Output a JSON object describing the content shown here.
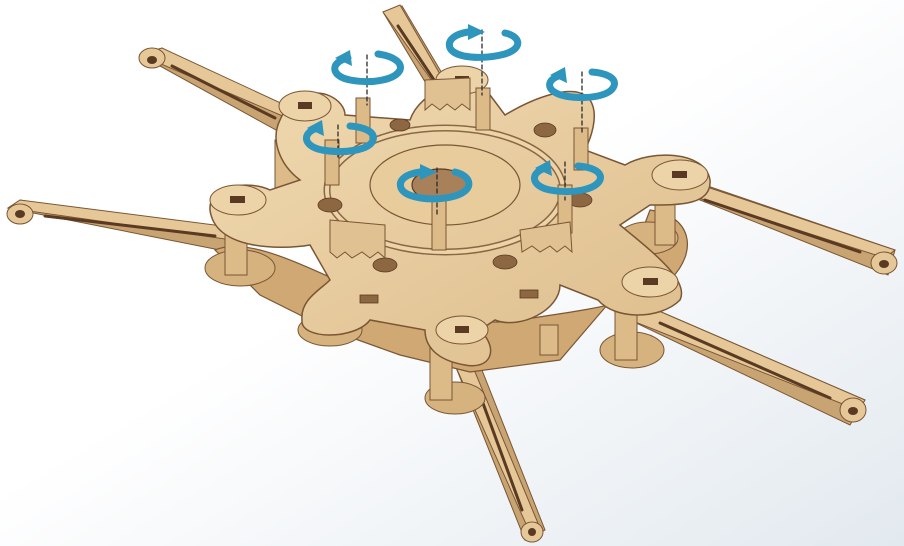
{
  "colors": {
    "background_start": "#ffffff",
    "background_end": "#e2e9ef",
    "wood_light": "#ecd3a8",
    "wood_mid": "#dcbb88",
    "wood_dark": "#a8815a",
    "wood_edge": "#7a5634",
    "burn_slot": "#5a3a22",
    "rotation_arrow": "#2e95bd",
    "axis_line": "#2b2b2b"
  },
  "figure": {
    "subject": "wooden-hexacopter-frame-assembly",
    "arm_count": 6,
    "rotation_markers": [
      {
        "name": "rotation-marker-top-left",
        "direction": "counter-clockwise"
      },
      {
        "name": "rotation-marker-top-center",
        "direction": "clockwise"
      },
      {
        "name": "rotation-marker-top-right",
        "direction": "counter-clockwise"
      },
      {
        "name": "rotation-marker-mid-left",
        "direction": "counter-clockwise"
      },
      {
        "name": "rotation-marker-center",
        "direction": "clockwise"
      },
      {
        "name": "rotation-marker-right",
        "direction": "counter-clockwise"
      }
    ]
  }
}
